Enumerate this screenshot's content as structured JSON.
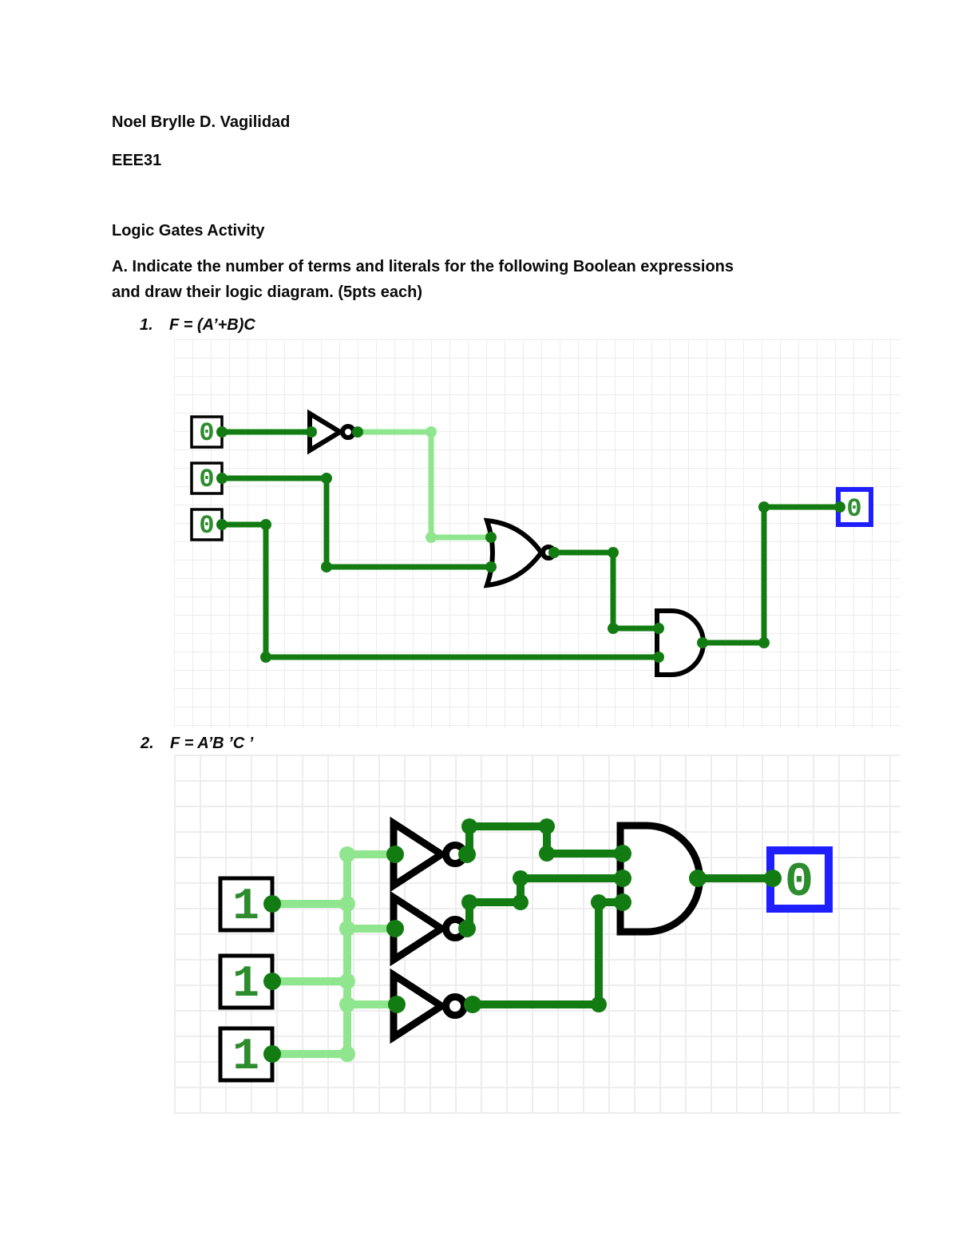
{
  "header": {
    "author": "Noel Brylle D. Vagilidad",
    "course": "EEE31",
    "activity_title": "Logic Gates Activity",
    "instruction_line1": "A. Indicate the number of terms and literals for the following Boolean expressions",
    "instruction_line2": "and draw their logic diagram. (5pts each)"
  },
  "problems": [
    {
      "number": "1.",
      "expression": "F = (A’+B)C"
    },
    {
      "number": "2.",
      "expression": "F = A’B ’C ’"
    }
  ],
  "diagram1": {
    "gates": [
      "NOT",
      "NOR",
      "AND"
    ],
    "inputs": [
      {
        "value": "0"
      },
      {
        "value": "0"
      },
      {
        "value": "0"
      }
    ],
    "output": {
      "value": "0"
    }
  },
  "diagram2": {
    "gates": [
      "NOT",
      "NOT",
      "NOT",
      "AND"
    ],
    "inputs": [
      {
        "value": "1"
      },
      {
        "value": "1"
      },
      {
        "value": "1"
      }
    ],
    "output": {
      "value": "0"
    }
  },
  "colors": {
    "wire_low": "#127c12",
    "wire_high": "#8fe68f",
    "state_text_green": "#2d8c2d",
    "output_border_blue": "#1e1eff",
    "gate_black": "#000000",
    "grid_gray": "#ededed"
  }
}
